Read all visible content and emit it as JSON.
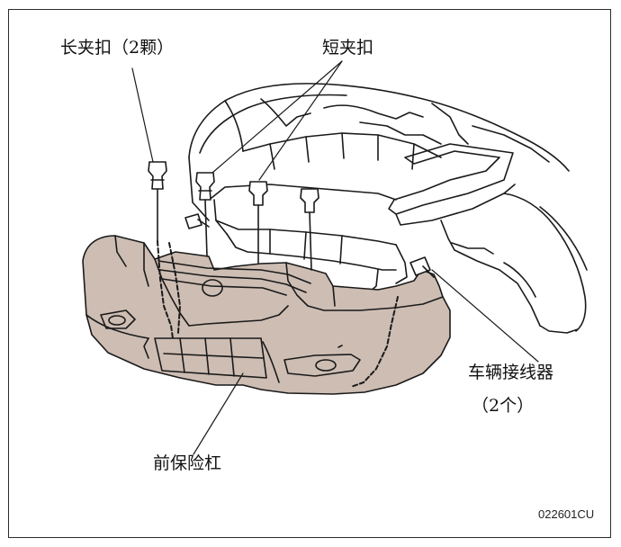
{
  "labels": {
    "long_clip": "长夹扣（2颗）",
    "short_clip": "短夹扣",
    "vehicle_connector_line1": "车辆接线器",
    "vehicle_connector_line2": "（2个）",
    "front_bumper": "前保险杠",
    "figure_code": "022601CU"
  },
  "colors": {
    "bumper_fill": "#cdbdb3",
    "line": "#1a1a1a",
    "background": "#ffffff"
  }
}
